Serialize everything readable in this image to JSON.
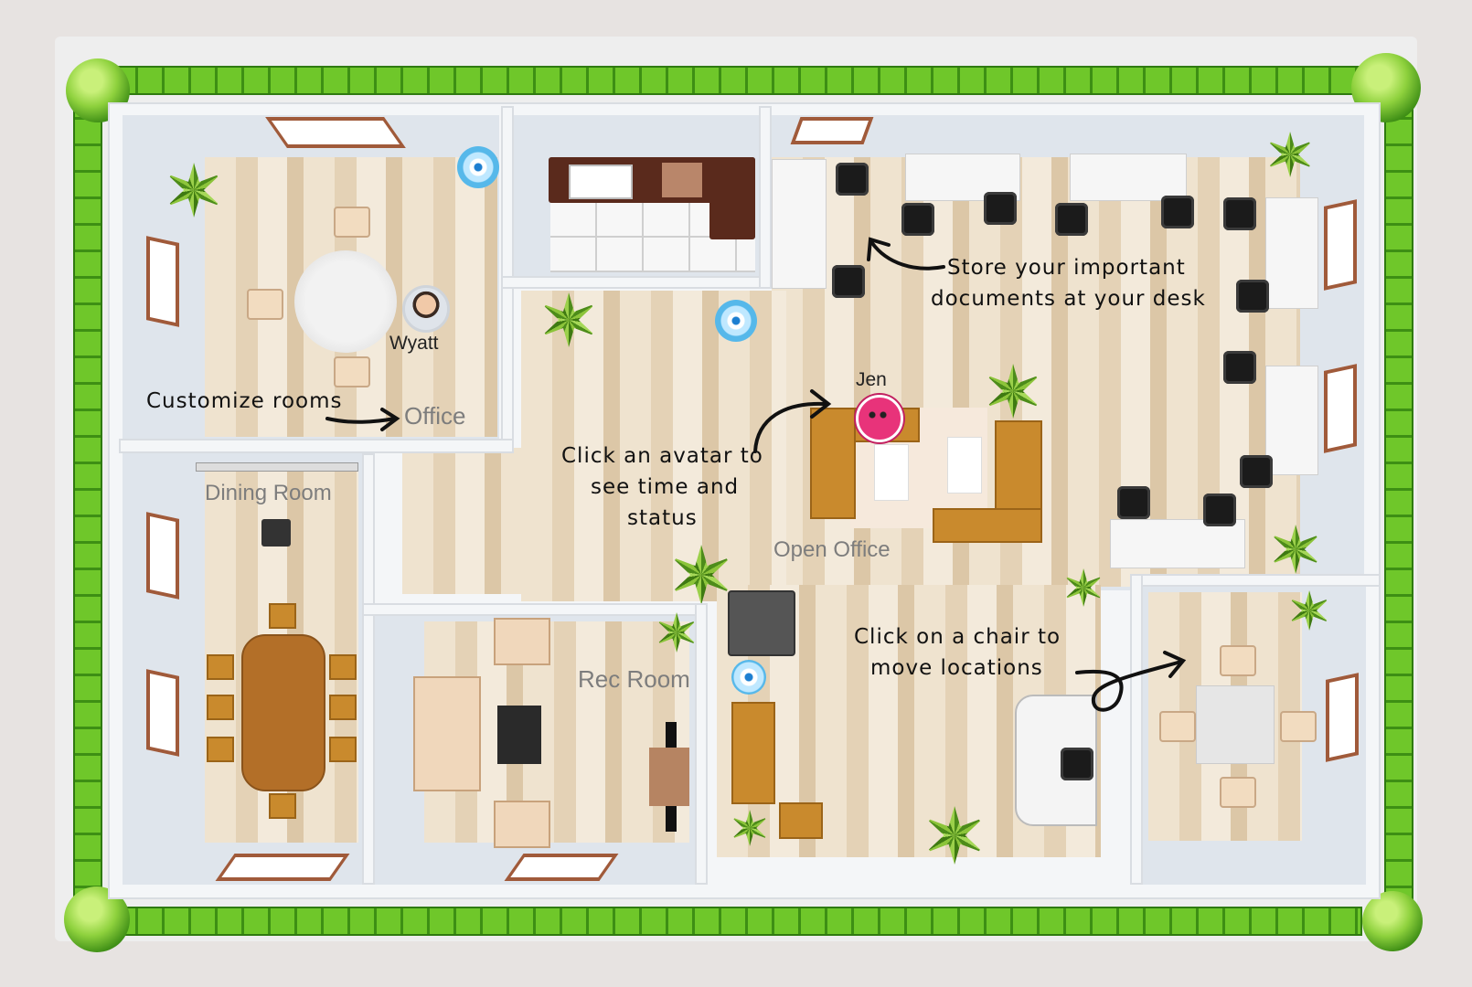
{
  "rooms": {
    "office": "Office",
    "dining": "Dining Room",
    "open_office": "Open Office",
    "rec_room": "Rec Room"
  },
  "avatars": {
    "wyatt": "Wyatt",
    "jen": "Jen"
  },
  "tips": {
    "customize": "Customize rooms",
    "desk_line1": "Store your important",
    "desk_line2": "documents at your desk",
    "avatar_line1": "Click an avatar to",
    "avatar_line2": "see time and",
    "avatar_line3": "status",
    "chair_line1": "Click on a chair to",
    "chair_line2": "move locations"
  },
  "colors": {
    "hedge": "#6fc72a",
    "wall": "#f4f6f8",
    "floor": "#e4d2b6",
    "jen_avatar": "#e8337a",
    "router": "#56b8ea"
  }
}
